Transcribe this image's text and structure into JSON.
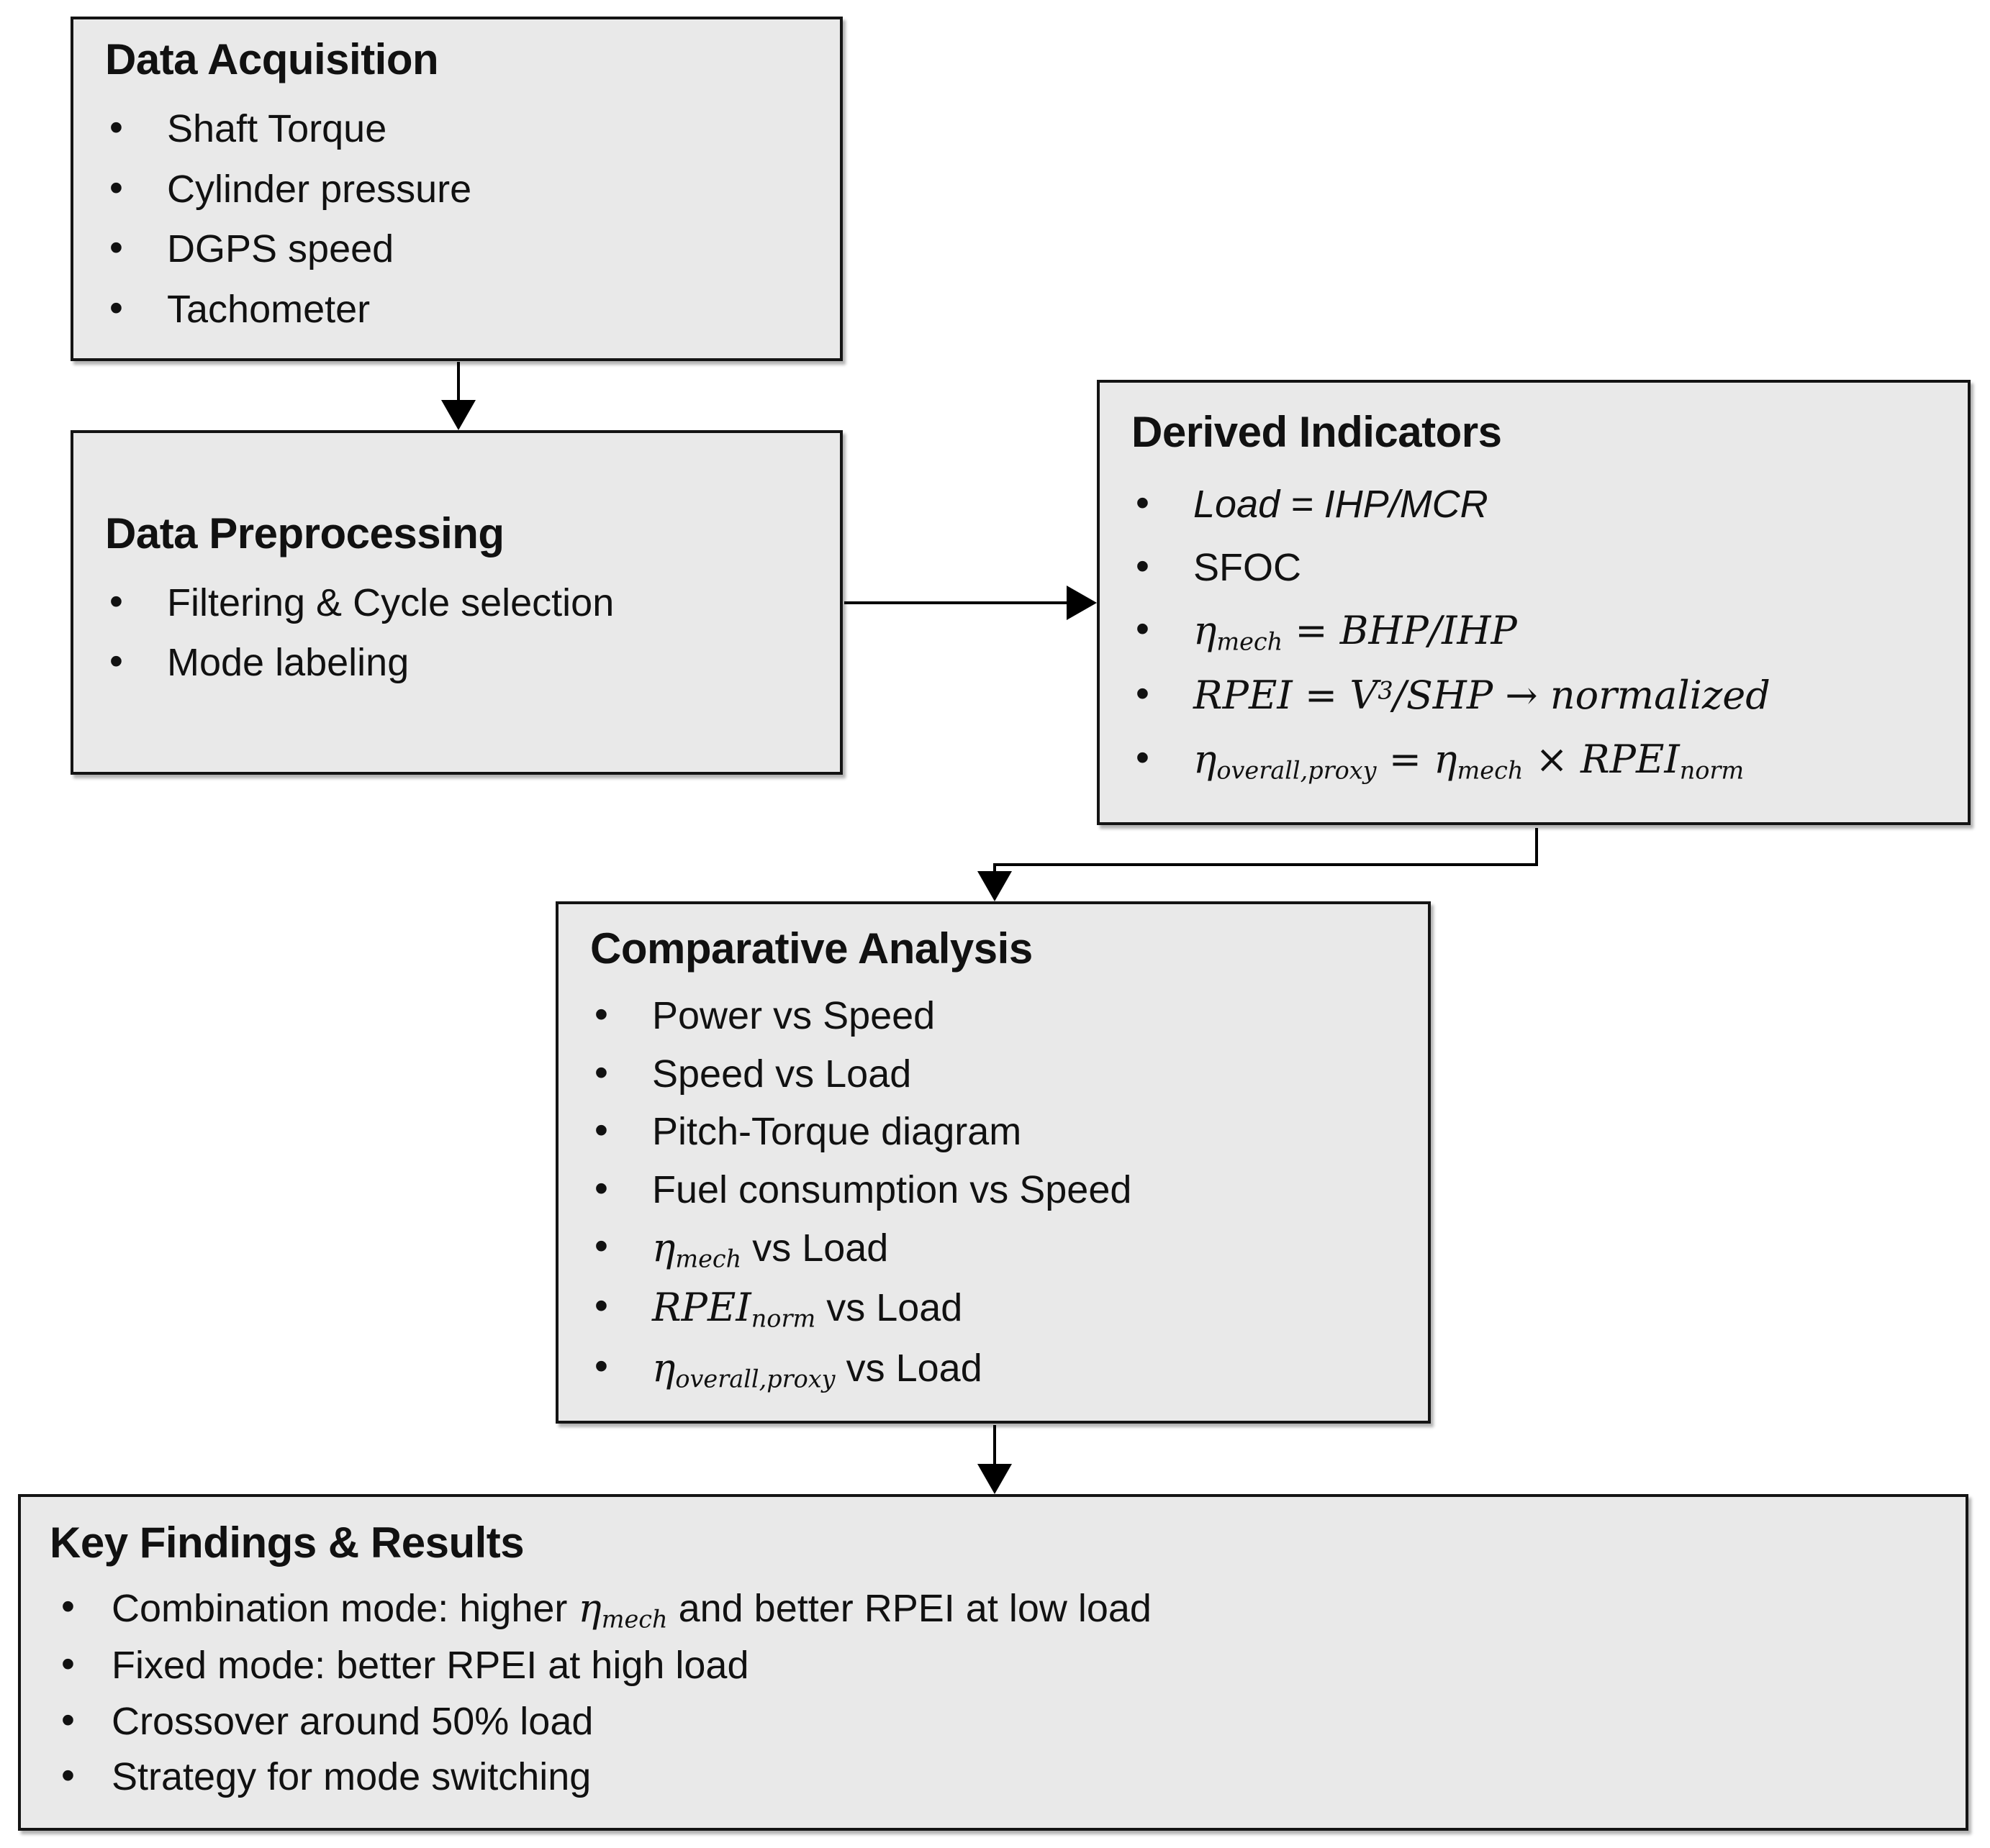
{
  "colors": {
    "background": "#ffffff",
    "box_fill": "#e9e9e9",
    "box_border": "#141414",
    "arrow": "#000000",
    "text": "#111111"
  },
  "diagram": {
    "boxes": [
      {
        "name": "data-acquisition",
        "title": "Data Acquisition",
        "items": [
          [
            {
              "t": "Shaft Torque",
              "c": ""
            }
          ],
          [
            {
              "t": "Cylinder pressure",
              "c": ""
            }
          ],
          [
            {
              "t": "DGPS speed",
              "c": ""
            }
          ],
          [
            {
              "t": "Tachometer",
              "c": ""
            }
          ]
        ]
      },
      {
        "name": "data-preprocessing",
        "title": "Data Preprocessing",
        "items": [
          [
            {
              "t": "Filtering & Cycle selection",
              "c": ""
            }
          ],
          [
            {
              "t": "Mode labeling",
              "c": ""
            }
          ]
        ]
      },
      {
        "name": "derived-indicators",
        "title": "Derived Indicators",
        "items": [
          [
            {
              "t": "Load = IHP/MCR",
              "c": "it"
            }
          ],
          [
            {
              "t": "SFOC",
              "c": ""
            }
          ],
          [
            {
              "t": "η",
              "c": "math"
            },
            {
              "t": "mech",
              "c": "math sub"
            },
            {
              "t": " = BHP/IHP",
              "c": "math"
            }
          ],
          [
            {
              "t": "RPEI = V",
              "c": "math"
            },
            {
              "t": "3",
              "c": "math sup"
            },
            {
              "t": "/SHP → normalized",
              "c": "math"
            }
          ],
          [
            {
              "t": "η",
              "c": "math"
            },
            {
              "t": "overall,proxy",
              "c": "math sub"
            },
            {
              "t": " = ",
              "c": "math"
            },
            {
              "t": "η",
              "c": "math"
            },
            {
              "t": "mech",
              "c": "math sub"
            },
            {
              "t": " × ",
              "c": "math"
            },
            {
              "t": "RPEI",
              "c": "math"
            },
            {
              "t": "norm",
              "c": "math sub"
            }
          ]
        ]
      },
      {
        "name": "comparative-analysis",
        "title": "Comparative Analysis",
        "items": [
          [
            {
              "t": "Power vs Speed",
              "c": ""
            }
          ],
          [
            {
              "t": "Speed vs Load",
              "c": ""
            }
          ],
          [
            {
              "t": "Pitch-Torque diagram",
              "c": ""
            }
          ],
          [
            {
              "t": "Fuel consumption vs Speed",
              "c": ""
            }
          ],
          [
            {
              "t": "η",
              "c": "math"
            },
            {
              "t": "mech",
              "c": "math sub"
            },
            {
              "t": " vs Load",
              "c": ""
            }
          ],
          [
            {
              "t": "RPEI",
              "c": "math"
            },
            {
              "t": "norm",
              "c": "math sub"
            },
            {
              "t": " vs Load",
              "c": ""
            }
          ],
          [
            {
              "t": "η",
              "c": "math"
            },
            {
              "t": "overall,proxy",
              "c": "math sub"
            },
            {
              "t": " vs Load",
              "c": ""
            }
          ]
        ]
      },
      {
        "name": "key-findings",
        "title": "Key Findings & Results",
        "items": [
          [
            {
              "t": "Combination mode: higher ",
              "c": ""
            },
            {
              "t": "η",
              "c": "math"
            },
            {
              "t": "mech",
              "c": "math sub"
            },
            {
              "t": " and better RPEI at low load",
              "c": ""
            }
          ],
          [
            {
              "t": "Fixed mode: better RPEI at high load",
              "c": ""
            }
          ],
          [
            {
              "t": "Crossover around 50% load",
              "c": ""
            }
          ],
          [
            {
              "t": "Strategy for mode switching",
              "c": ""
            }
          ]
        ]
      }
    ]
  }
}
